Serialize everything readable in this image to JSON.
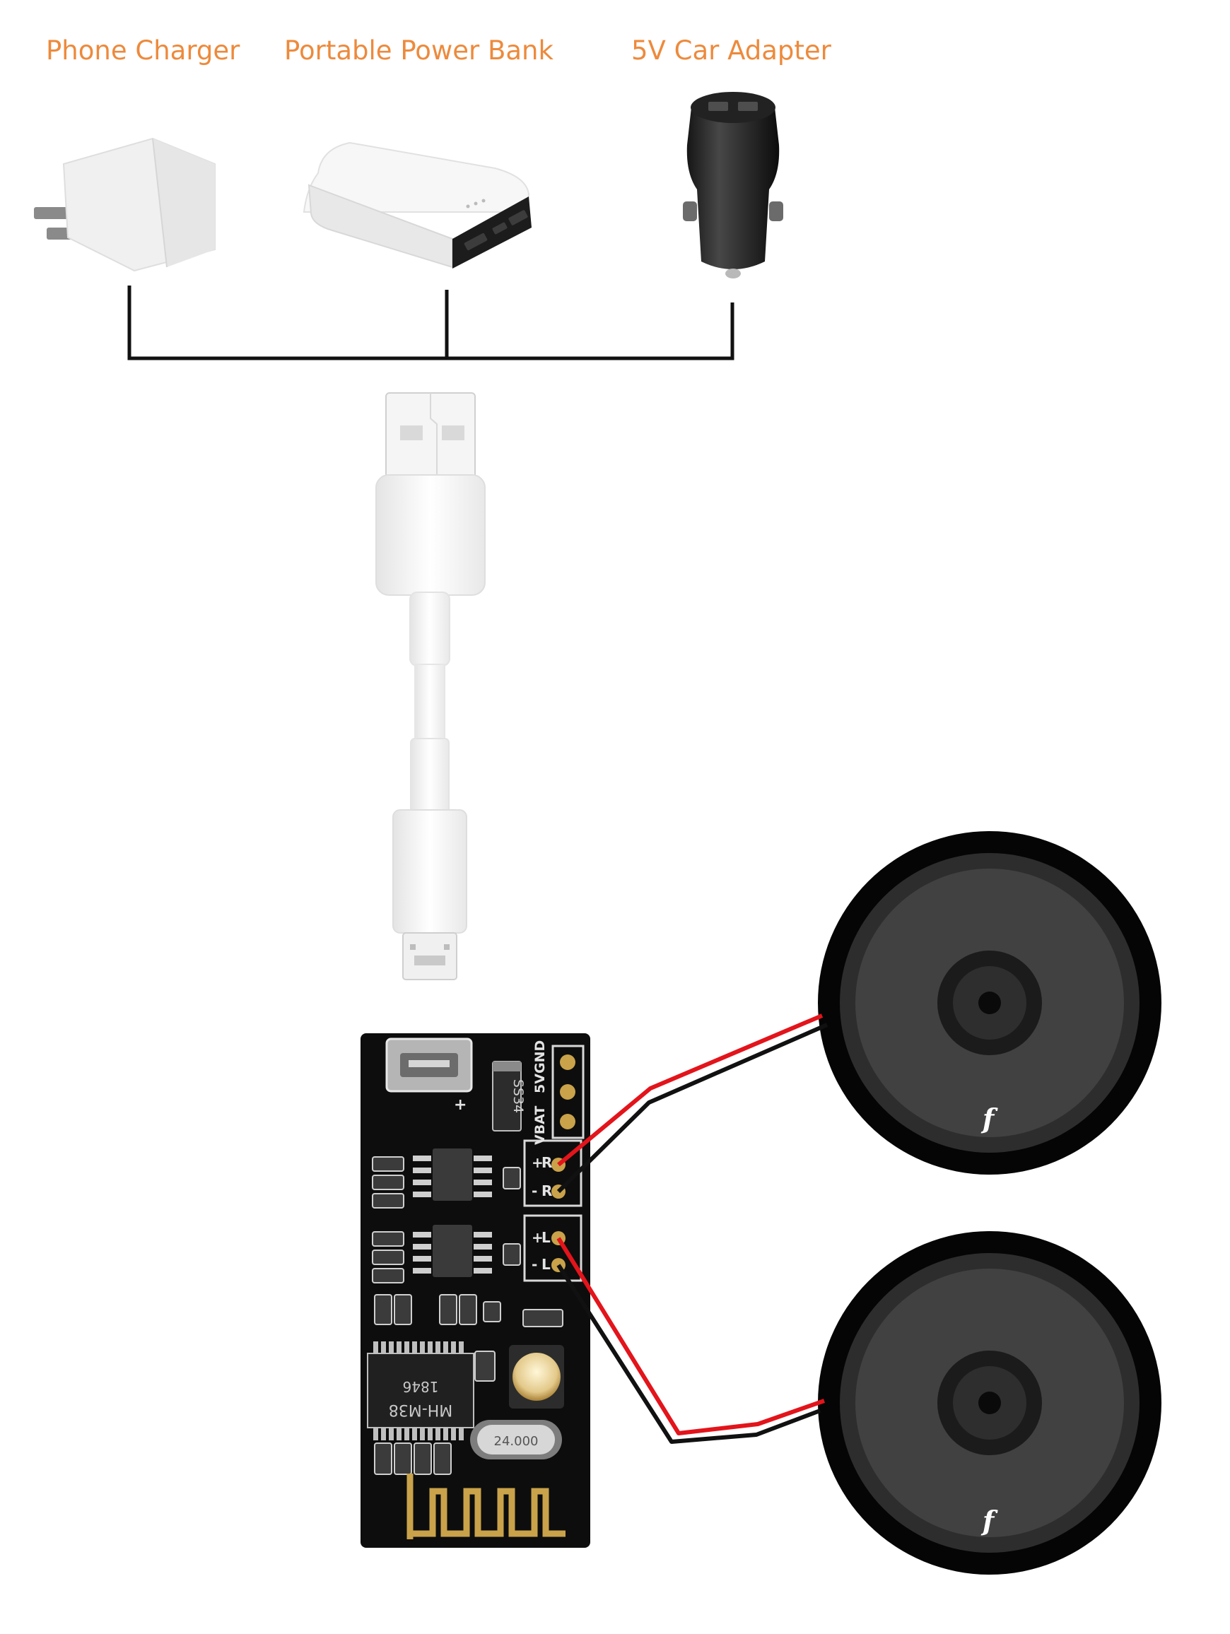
{
  "sources": [
    {
      "label": "Phone Charger",
      "icon": "phone-charger-icon"
    },
    {
      "label": "Portable Power Bank",
      "icon": "power-bank-icon"
    },
    {
      "label": "5V Car Adapter",
      "icon": "car-adapter-icon"
    }
  ],
  "board": {
    "pins": [
      "VBAT",
      "5V",
      "GND"
    ],
    "channel_r": [
      "+",
      "R",
      "-",
      "R"
    ],
    "channel_l": [
      "+",
      "L",
      "-",
      "L"
    ],
    "diode": "SS34",
    "module": "MH-M38",
    "module_code": "1846",
    "crystal": "24.000",
    "usb_mark": "+"
  },
  "speaker_logo": "f",
  "colors": {
    "label": "#ed8a3c",
    "wire_red": "#e3141b",
    "wire_black": "#111111",
    "pcb": "#0d0d0d",
    "gold": "#c9a24a"
  }
}
